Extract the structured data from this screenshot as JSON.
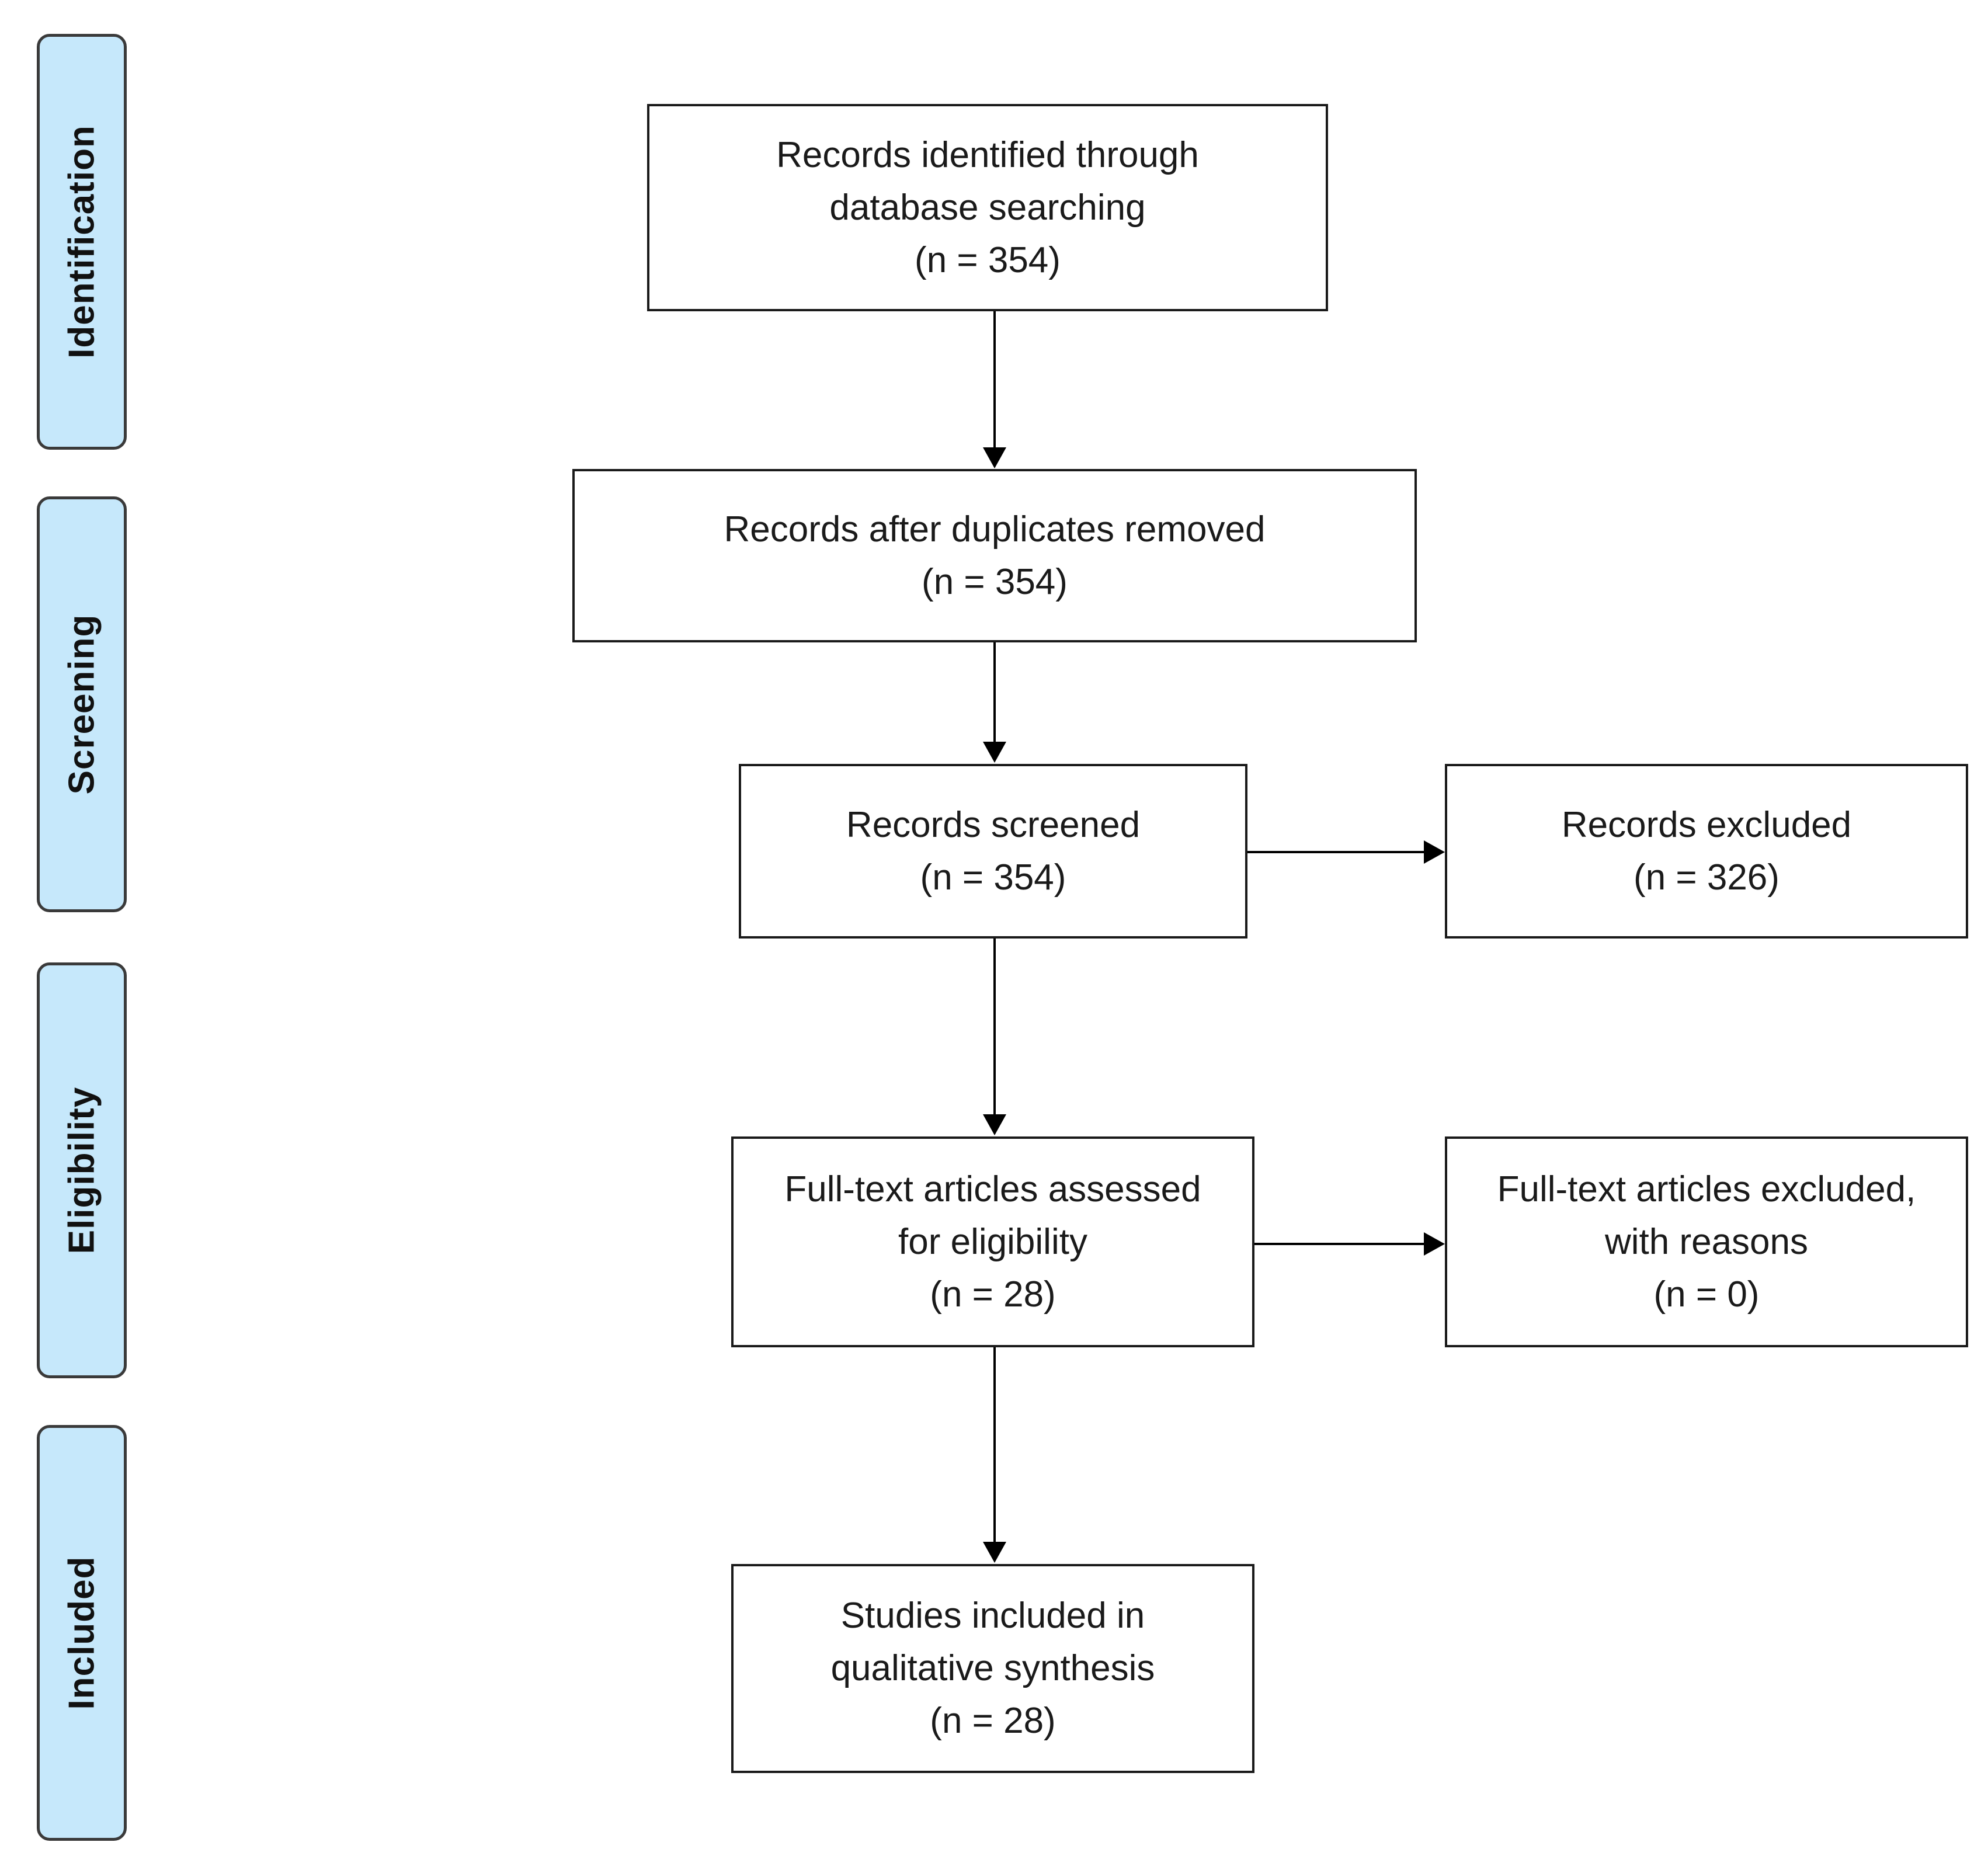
{
  "phases": {
    "identification": "Identification",
    "screening": "Screening",
    "eligibility": "Eligibility",
    "included": "Included"
  },
  "boxes": {
    "identified": {
      "lines": [
        "Records identified through",
        "database searching"
      ],
      "count": "(n = 354)"
    },
    "deduplicated": {
      "lines": [
        "Records after duplicates removed"
      ],
      "count": "(n = 354)"
    },
    "screened": {
      "lines": [
        "Records screened"
      ],
      "count": "(n = 354)"
    },
    "excluded": {
      "lines": [
        "Records excluded"
      ],
      "count": "(n = 326)"
    },
    "fulltext": {
      "lines": [
        "Full-text articles assessed",
        "for eligibility"
      ],
      "count": "(n = 28)"
    },
    "fulltext_excluded": {
      "lines": [
        "Full-text articles excluded,",
        "with reasons"
      ],
      "count": "(n = 0)"
    },
    "included": {
      "lines": [
        "Studies included in",
        "qualitative synthesis"
      ],
      "count": "(n = 28)"
    }
  },
  "colors": {
    "phase_fill": "#c6e8fb",
    "phase_border": "#3a3a3a",
    "box_border": "#1a1a1a",
    "arrow": "#000000"
  }
}
